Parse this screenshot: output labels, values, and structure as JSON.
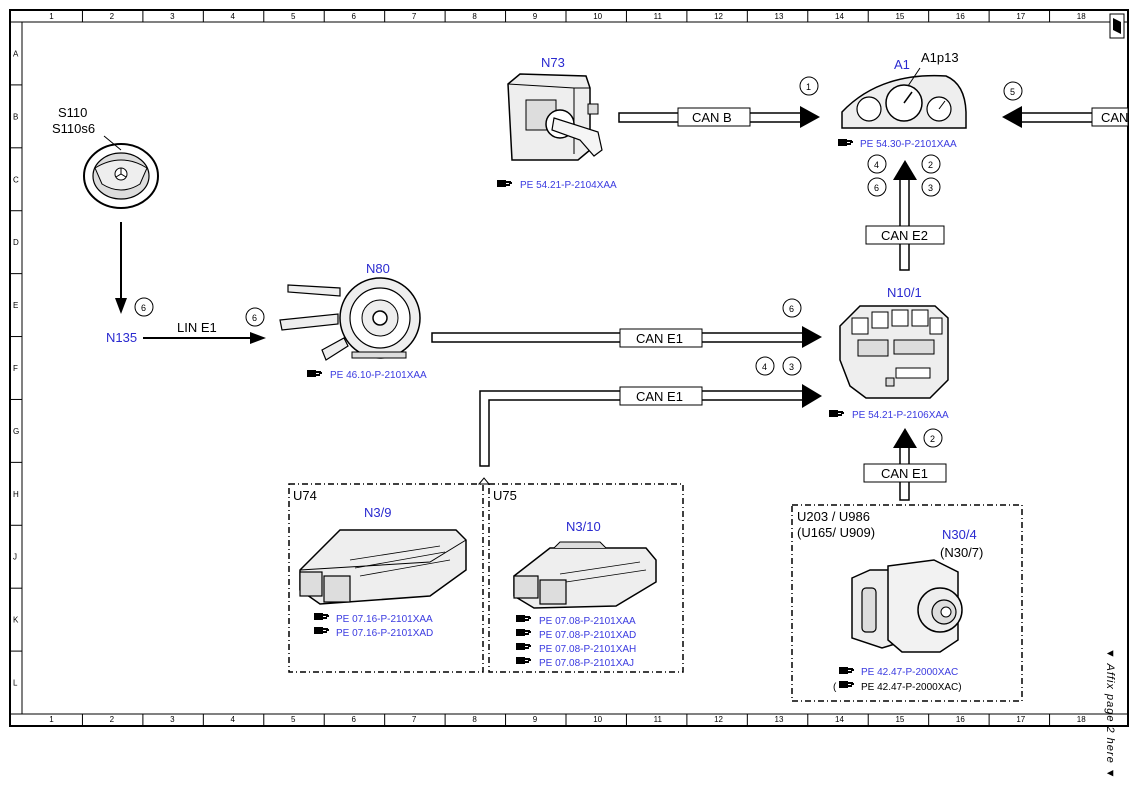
{
  "grid": {
    "columns": [
      "1",
      "2",
      "3",
      "4",
      "5",
      "6",
      "7",
      "8",
      "9",
      "10",
      "11",
      "12",
      "13",
      "14",
      "15",
      "16",
      "17",
      "18"
    ],
    "rows": [
      "A",
      "B",
      "C",
      "D",
      "E",
      "F",
      "G",
      "H",
      "J",
      "K",
      "L"
    ]
  },
  "components": {
    "s110": {
      "label1": "S110",
      "label2": "S110s6"
    },
    "n135": {
      "label": "N135"
    },
    "n80": {
      "label": "N80",
      "ref": "PE 46.10-P-2101XAA"
    },
    "n73": {
      "label": "N73",
      "ref": "PE 54.21-P-2104XAA"
    },
    "a1": {
      "label": "A1",
      "sublabel": "A1p13",
      "ref": "PE 54.30-P-2101XAA"
    },
    "n10_1": {
      "label": "N10/1",
      "ref": "PE 54.21-P-2106XAA"
    },
    "u74": {
      "variant": "U74",
      "label": "N3/9",
      "refs": [
        "PE 07.16-P-2101XAA",
        "PE 07.16-P-2101XAD"
      ]
    },
    "u75": {
      "variant": "U75",
      "label": "N3/10",
      "refs": [
        "PE 07.08-P-2101XAA",
        "PE 07.08-P-2101XAD",
        "PE 07.08-P-2101XAH",
        "PE 07.08-P-2101XAJ"
      ]
    },
    "n30_4": {
      "variant1": "U203 / U986",
      "variant2": "(U165/ U909)",
      "label": "N30/4",
      "label2": "(N30/7)",
      "ref1": "PE 42.47-P-2000XAC",
      "ref2": "PE 42.47-P-2000XAC)",
      "ref2_prefix": "("
    }
  },
  "buses": {
    "lin_e1": "LIN E1",
    "can_b": "CAN B",
    "can_e1_top": "CAN E1",
    "can_e1_mid": "CAN E1",
    "can_e2": "CAN E2",
    "can_e1_bottom": "CAN E1",
    "can_right": "CAN"
  },
  "circles": {
    "c_1": "1",
    "c_5": "5",
    "c_4a": "4",
    "c_2a": "2",
    "c_6a": "6",
    "c_3a": "3",
    "c_6b": "6",
    "c_6c": "6",
    "c_6d": "6",
    "c_4b": "4",
    "c_3b": "3",
    "c_2b": "2"
  },
  "affix_note": "▼ Affix page 2 here ▼"
}
